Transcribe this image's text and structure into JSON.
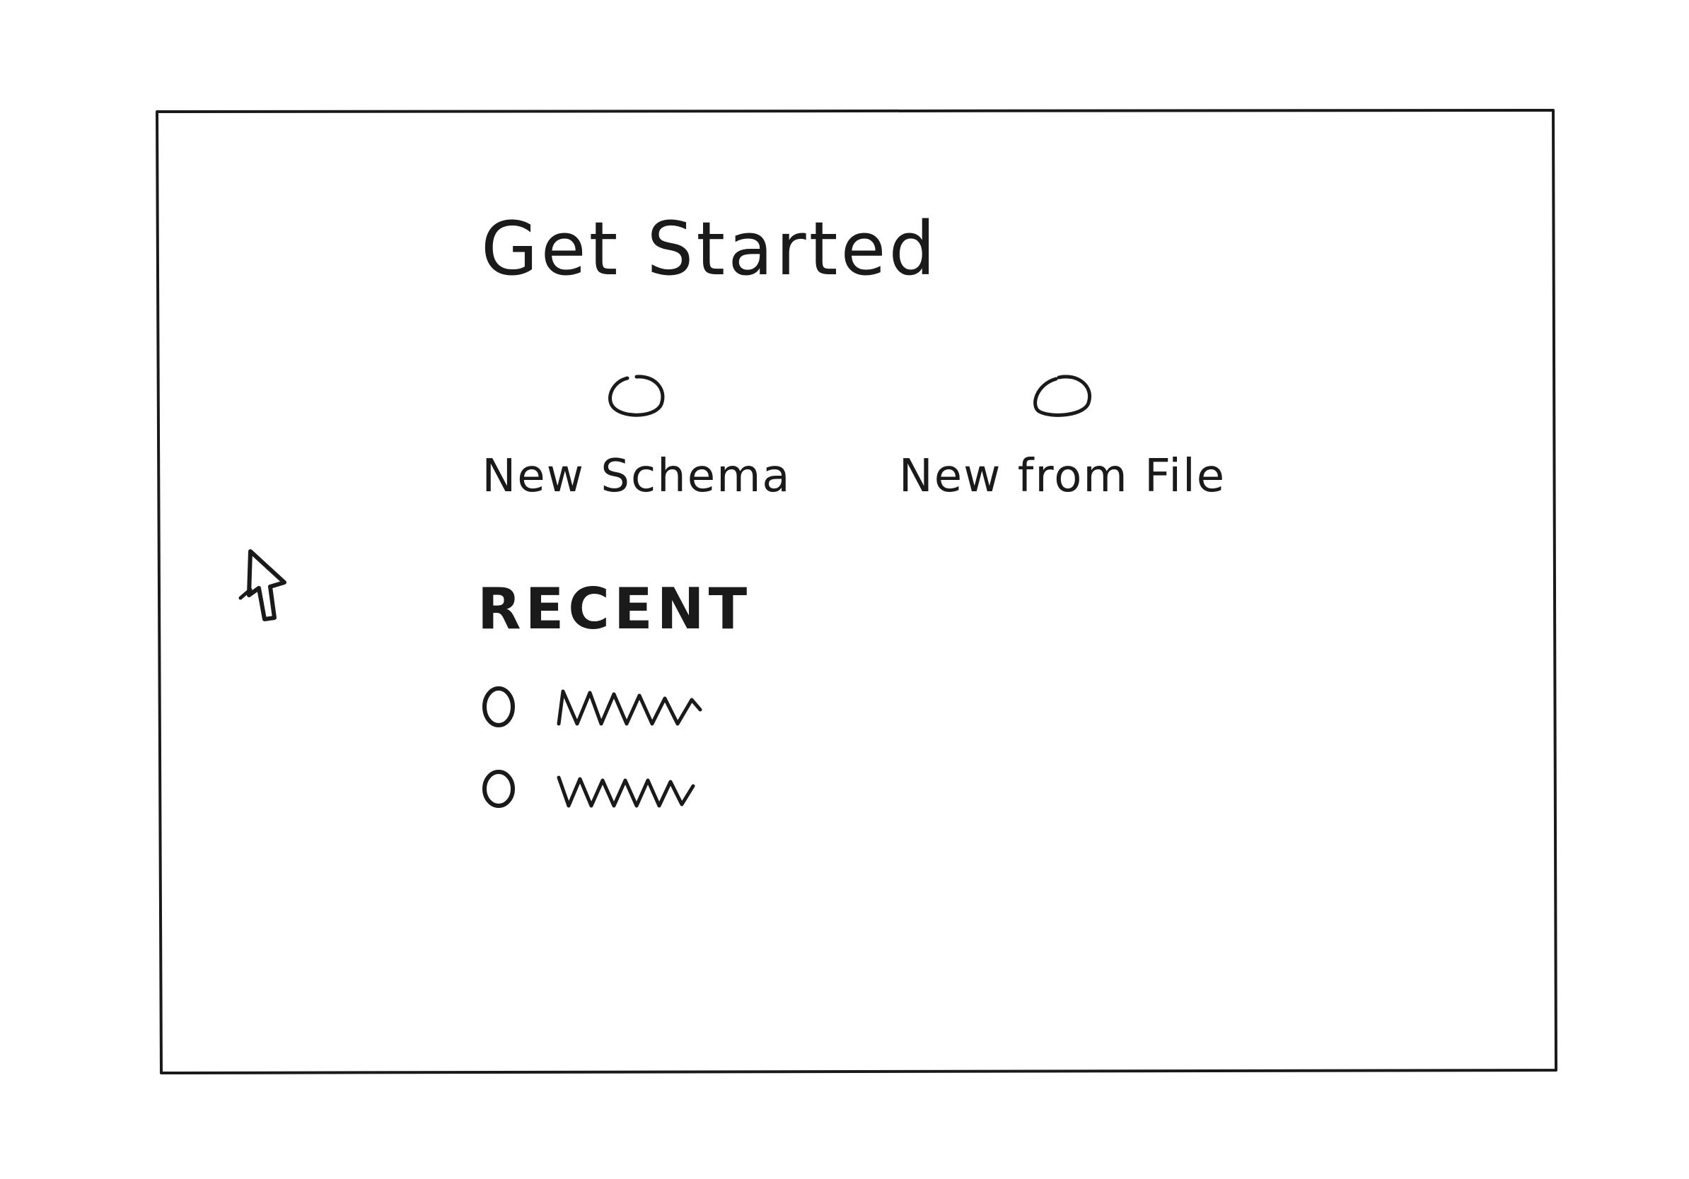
{
  "title": "Get Started",
  "actions": [
    {
      "label": "New Schema",
      "icon": "new-schema-icon"
    },
    {
      "label": "New from File",
      "icon": "new-from-file-icon"
    }
  ],
  "recent": {
    "heading": "RECENT",
    "items": [
      {
        "icon": "file-icon"
      },
      {
        "icon": "file-icon"
      }
    ]
  },
  "cursor": {
    "icon": "mouse-pointer-icon"
  },
  "colors": {
    "ink": "#1a1a1a",
    "paper": "#ffffff"
  }
}
